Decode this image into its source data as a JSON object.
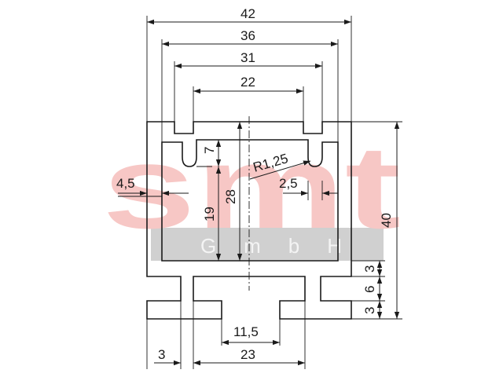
{
  "watermark": {
    "logo_text": "smt",
    "sub_text": "G m b H",
    "logo_color": "#f7c7c5",
    "band_color": "#c8c8c8"
  },
  "drawing": {
    "line_color": "#1a1a1a",
    "dimensions": {
      "overall_width": "42",
      "outer_slot_width": "36",
      "inner_width": "31",
      "slot_opening": "22",
      "slot_depth": "7",
      "radius": "R1,25",
      "groove_width": "2,5",
      "wall_thickness": "4,5",
      "inner_height": "28",
      "lower_height": "19",
      "overall_height": "40",
      "foot_top": "3",
      "foot_mid": "6",
      "foot_bottom": "3",
      "foot_offset": "3",
      "base_opening": "11,5",
      "base_width": "23"
    }
  }
}
